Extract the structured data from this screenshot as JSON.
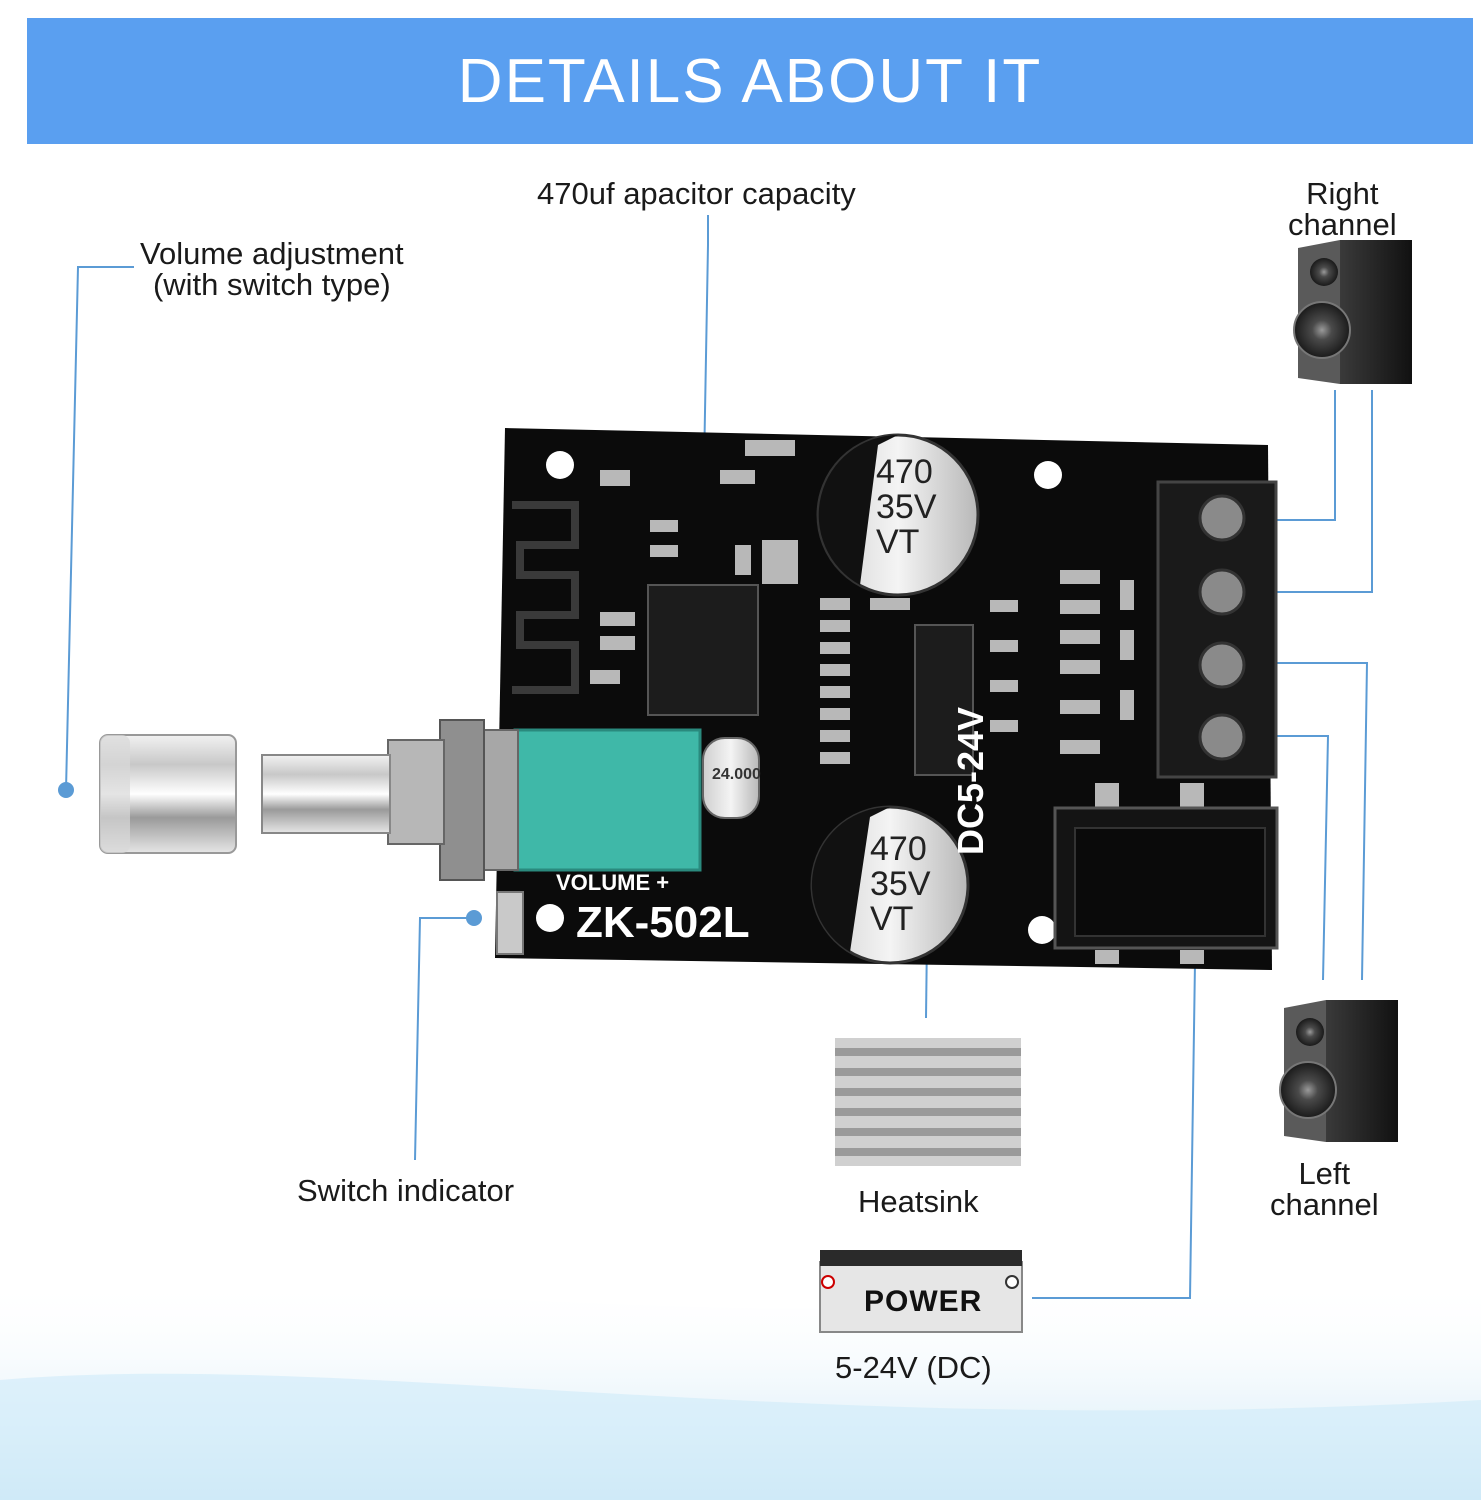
{
  "banner": {
    "title": "DETAILS ABOUT IT"
  },
  "labels": {
    "capacitor": "470uf apacitor capacity",
    "volume_line1": "Volume adjustment",
    "volume_line2": "(with switch type)",
    "right_channel_line1": "Right",
    "right_channel_line2": "channel",
    "left_channel_line1": "Left",
    "left_channel_line2": "channel",
    "switch_indicator": "Switch indicator",
    "heatsink": "Heatsink",
    "power_voltage": "5-24V (DC)"
  },
  "board": {
    "model": "ZK-502L",
    "voltage": "DC5-24V",
    "volume": "VOLUME +",
    "cap_value": "470",
    "cap_rating": "35V",
    "cap_brand": "VT",
    "crystal": "24.000"
  },
  "battery": {
    "label": "POWER"
  },
  "colors": {
    "banner": "#5a9ff0",
    "leader_line": "#5b9bd5",
    "pcb": "#0b0b0b",
    "potentiometer": "#3fb8a8"
  },
  "icons": {
    "speaker": "speaker-icon",
    "knob": "volume-knob-icon",
    "battery": "battery-icon",
    "heatsink": "heatsink-icon"
  }
}
